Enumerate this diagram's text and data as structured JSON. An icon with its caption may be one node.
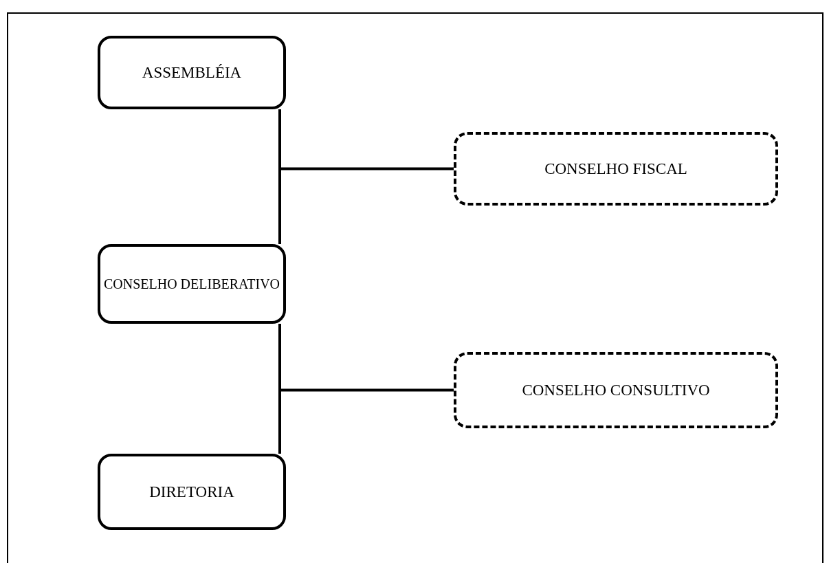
{
  "diagram": {
    "nodes": [
      {
        "text": [
          "ASSEMBLÉIA"
        ]
      },
      {
        "text": [
          "CONSELHO FISCAL"
        ]
      },
      {
        "text": [
          "CONSELHO DELIBERATIVO"
        ]
      },
      {
        "text": [
          "CONSELHO CONSULTIVO"
        ]
      },
      {
        "text": [
          "DIRETORIA"
        ]
      }
    ],
    "edges": [
      {
        "from": 0,
        "to": 2,
        "arrow": "none"
      },
      {
        "from": 0,
        "to": 1,
        "arrow": "none"
      },
      {
        "from": 2,
        "to": 4,
        "arrow": "none"
      },
      {
        "from": 2,
        "to": 3,
        "arrow": "none"
      }
    ]
  }
}
